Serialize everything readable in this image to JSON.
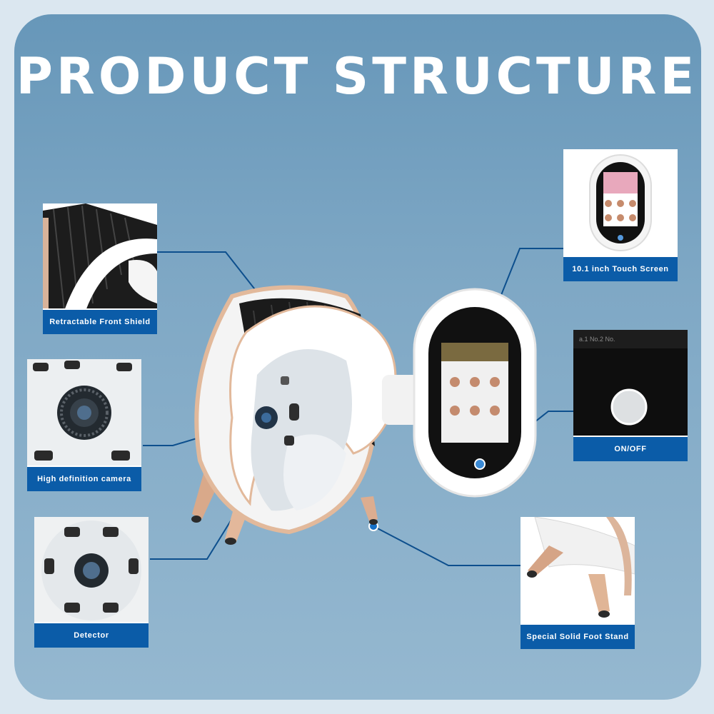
{
  "title": "PRODUCT STRUCTURE",
  "colors": {
    "background": "#dbe7f0",
    "panel": "#6f9dbf",
    "label": "#0b5ca8",
    "line": "#0d4f8d",
    "rose_gold": "#e2b99b"
  },
  "callouts": {
    "front_shield": "Retractable Front Shield",
    "camera": "High definition camera",
    "detector": "Detector",
    "screen": "10.1 inch Touch Screen",
    "onoff": "ON/OFF",
    "foot": "Special Solid Foot Stand"
  }
}
